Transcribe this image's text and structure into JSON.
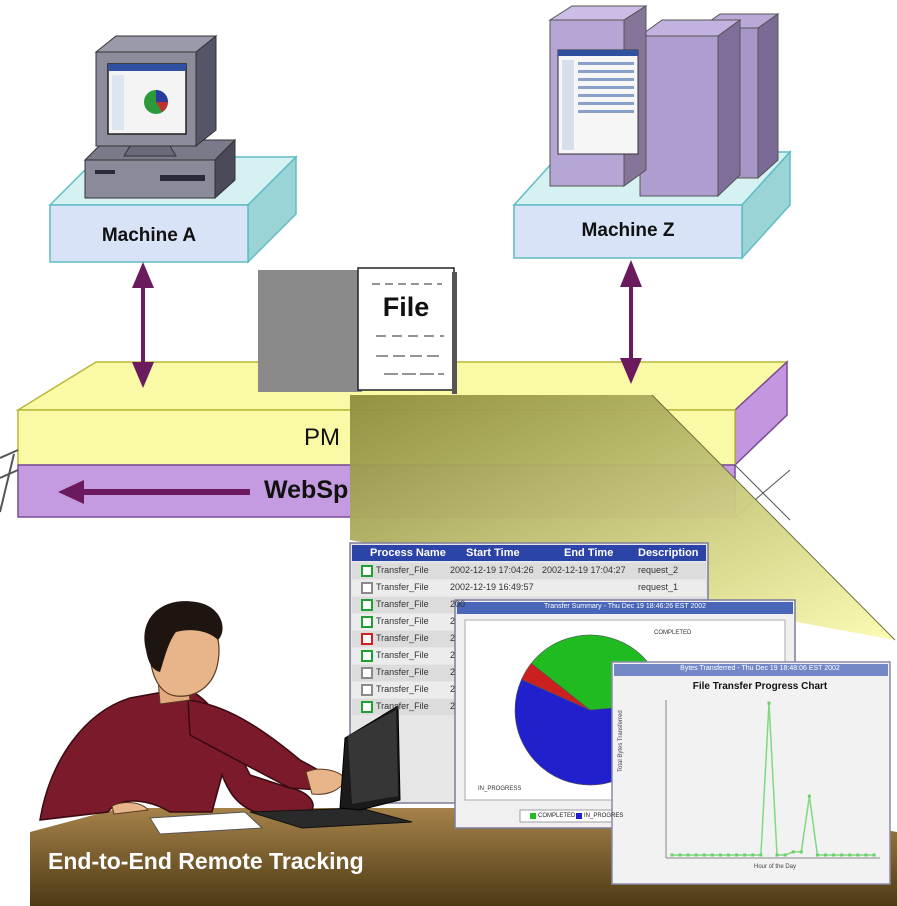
{
  "machines": {
    "a_label": "Machine A",
    "z_label": "Machine Z"
  },
  "file_label": "File",
  "bus": {
    "pm_label": "PM",
    "ws_label": "WebSp"
  },
  "caption": "End-to-End Remote Tracking",
  "table": {
    "headers": [
      "Process Name",
      "Start Time",
      "End Time",
      "Description"
    ],
    "rows": [
      {
        "name": "Transfer_File",
        "start": "2002-12-19 17:04:26",
        "end": "2002-12-19 17:04:27",
        "desc": "request_2",
        "status": "completed"
      },
      {
        "name": "Transfer_File",
        "start": "2002-12-19 16:49:57",
        "end": "",
        "desc": "request_1",
        "status": "pending"
      },
      {
        "name": "Transfer_File",
        "start": "200",
        "end": "",
        "desc": "",
        "status": "completed"
      },
      {
        "name": "Transfer_File",
        "start": "2",
        "end": "",
        "desc": "",
        "status": "completed"
      },
      {
        "name": "Transfer_File",
        "start": "2",
        "end": "",
        "desc": "",
        "status": "failed"
      },
      {
        "name": "Transfer_File",
        "start": "2",
        "end": "",
        "desc": "",
        "status": "completed"
      },
      {
        "name": "Transfer_File",
        "start": "2",
        "end": "",
        "desc": "",
        "status": "pending"
      },
      {
        "name": "Transfer_File",
        "start": "2",
        "end": "",
        "desc": "",
        "status": "pending"
      },
      {
        "name": "Transfer_File",
        "start": "2",
        "end": "",
        "desc": "",
        "status": "completed"
      }
    ]
  },
  "pie_window": {
    "title": "Transfer Summary - Thu Dec 19 18:46:26 EST 2002",
    "slice_labels": [
      "COMPLETED",
      "IN_PROGRESS"
    ],
    "legend": [
      "COMPLETED",
      "IN_PROGRES"
    ]
  },
  "line_window": {
    "title": "Bytes Transferred - Thu Dec 19 18:48:06 EST 2002",
    "chart_title": "File Transfer Progress Chart",
    "xlabel": "Hour of the Day",
    "ylabel": "Total Bytes Transferred"
  },
  "colors": {
    "machine_top": "#d7f2f2",
    "machine_front": "#d8e2f6",
    "bus_yellow": "#fafaa8",
    "bus_purple": "#c499e0",
    "arrow": "#6b1a5e",
    "shirt": "#7a1a2a",
    "desk": "#8a6a2a"
  }
}
